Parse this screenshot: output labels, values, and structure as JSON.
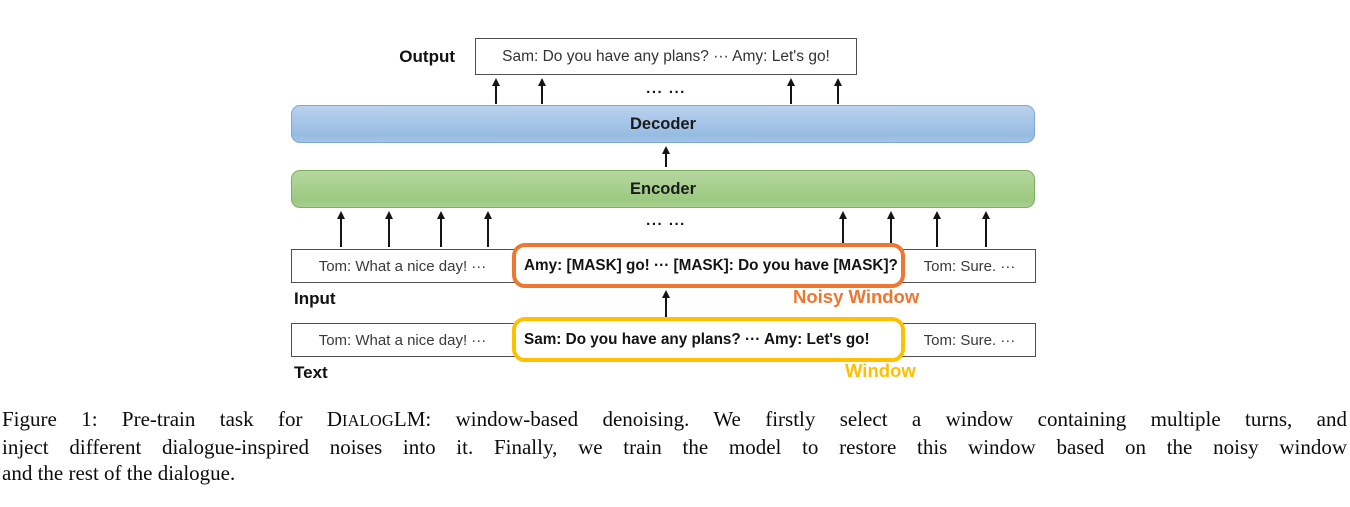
{
  "figure": {
    "output_label": "Output",
    "output_text": "Sam: Do you have any plans? ··· Amy: Let's go!",
    "dots_top": "... ...",
    "dots_bottom": "... ...",
    "decoder_label": "Decoder",
    "encoder_label": "Encoder",
    "input_label": "Input",
    "text_label": "Text",
    "noisy_window_label": "Noisy Window",
    "window_label": "Window",
    "input_row": {
      "left": "Tom: What a nice day! ···",
      "window": "Amy: [MASK] go! ··· [MASK]: Do you have [MASK]?",
      "right": "Tom: Sure. ···"
    },
    "text_row": {
      "left": "Tom: What a nice day! ···",
      "window": "Sam: Do you have any plans? ··· Amy: Let's go!",
      "right": "Tom: Sure. ···"
    },
    "colors": {
      "decoder_fill": "#A3C4E7",
      "decoder_border": "#7EA6D8",
      "encoder_fill": "#A6CF8B",
      "encoder_border": "#7FAE5D",
      "noisy_window": "#ED7631",
      "window": "#FFC000",
      "box_border": "#4F4F4F"
    }
  },
  "caption": {
    "line1_pre": "Figure 1: Pre-train task for D",
    "line1_smallcaps": "IALOG",
    "line1_post": "LM: window-based denoising. We firstly select a window containing multiple turns, and",
    "line2": "inject different dialogue-inspired noises into it. Finally, we train the model to restore this window based on the noisy window",
    "line3": "and the rest of the dialogue."
  }
}
